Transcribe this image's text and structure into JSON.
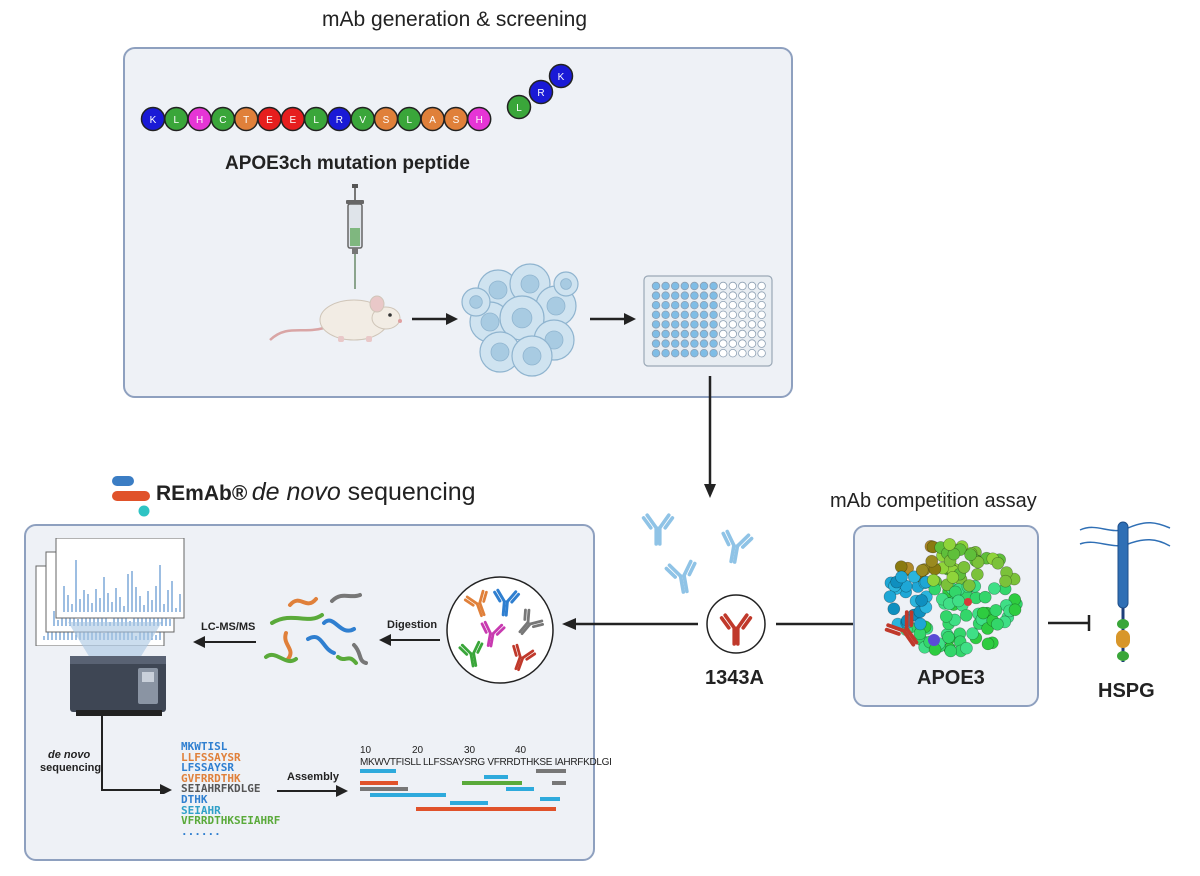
{
  "top_title": "mAb generation & screening",
  "peptide": {
    "residues": [
      {
        "aa": "K",
        "color": "#1a1ad6"
      },
      {
        "aa": "L",
        "color": "#3aa63a"
      },
      {
        "aa": "H",
        "color": "#e635d6"
      },
      {
        "aa": "C",
        "color": "#3aa63a"
      },
      {
        "aa": "T",
        "color": "#e0803a"
      },
      {
        "aa": "E",
        "color": "#e61e1e"
      },
      {
        "aa": "E",
        "color": "#e61e1e"
      },
      {
        "aa": "L",
        "color": "#3aa63a"
      },
      {
        "aa": "R",
        "color": "#1a1ad6"
      },
      {
        "aa": "V",
        "color": "#3aa63a"
      },
      {
        "aa": "S",
        "color": "#e0803a"
      },
      {
        "aa": "L",
        "color": "#3aa63a"
      },
      {
        "aa": "A",
        "color": "#e0803a"
      },
      {
        "aa": "S",
        "color": "#e0803a"
      },
      {
        "aa": "H",
        "color": "#e635d6"
      },
      {
        "aa": "L",
        "color": "#3aa63a"
      },
      {
        "aa": "R",
        "color": "#1a1ad6"
      },
      {
        "aa": "K",
        "color": "#1a1ad6"
      }
    ],
    "label": "APOE3ch mutation peptide"
  },
  "remab": {
    "brand": "REmAb®",
    "italic": "de novo",
    "rest": " sequencing"
  },
  "steps": {
    "lcms": "LC-MS/MS",
    "digestion": "Digestion",
    "denovo_line1": "de novo",
    "denovo_line2": "sequencing",
    "assembly": "Assembly"
  },
  "fragments": [
    {
      "text": "MKWTISL",
      "color": "#2f7fd0"
    },
    {
      "text": "LLFSSAYSR",
      "color": "#e0803a"
    },
    {
      "text": "LFSSAYSR",
      "color": "#2f7fd0"
    },
    {
      "text": "GVFRRDTHK",
      "color": "#e0803a"
    },
    {
      "text": "SEIAHRFKDLGE",
      "color": "#555555"
    },
    {
      "text": "DTHK",
      "color": "#2f7fd0"
    },
    {
      "text": "SEIAHR",
      "color": "#2fa0c8"
    },
    {
      "text": "VFRRDTHKSEIAHRF",
      "color": "#5aaa3a"
    },
    {
      "text": "......",
      "color": "#2f7fd0"
    }
  ],
  "assembly": {
    "ticks": [
      "10",
      "20",
      "30",
      "40"
    ],
    "sequence": "MKWVTFISLL LLFSSAYSRG VFRRDTHKSE IAHRFKDLGI"
  },
  "antibody_name": "1343A",
  "competition": {
    "title": "mAb competition assay",
    "protein": "APOE3",
    "receptor": "HSPG"
  },
  "colors": {
    "panel_fill": "#eef1f6",
    "panel_border": "#8ea0bf",
    "antibody_red": "#c0392b",
    "antibody_blue": "#8fc3e6",
    "hspg_blue": "#2f6fb5"
  }
}
